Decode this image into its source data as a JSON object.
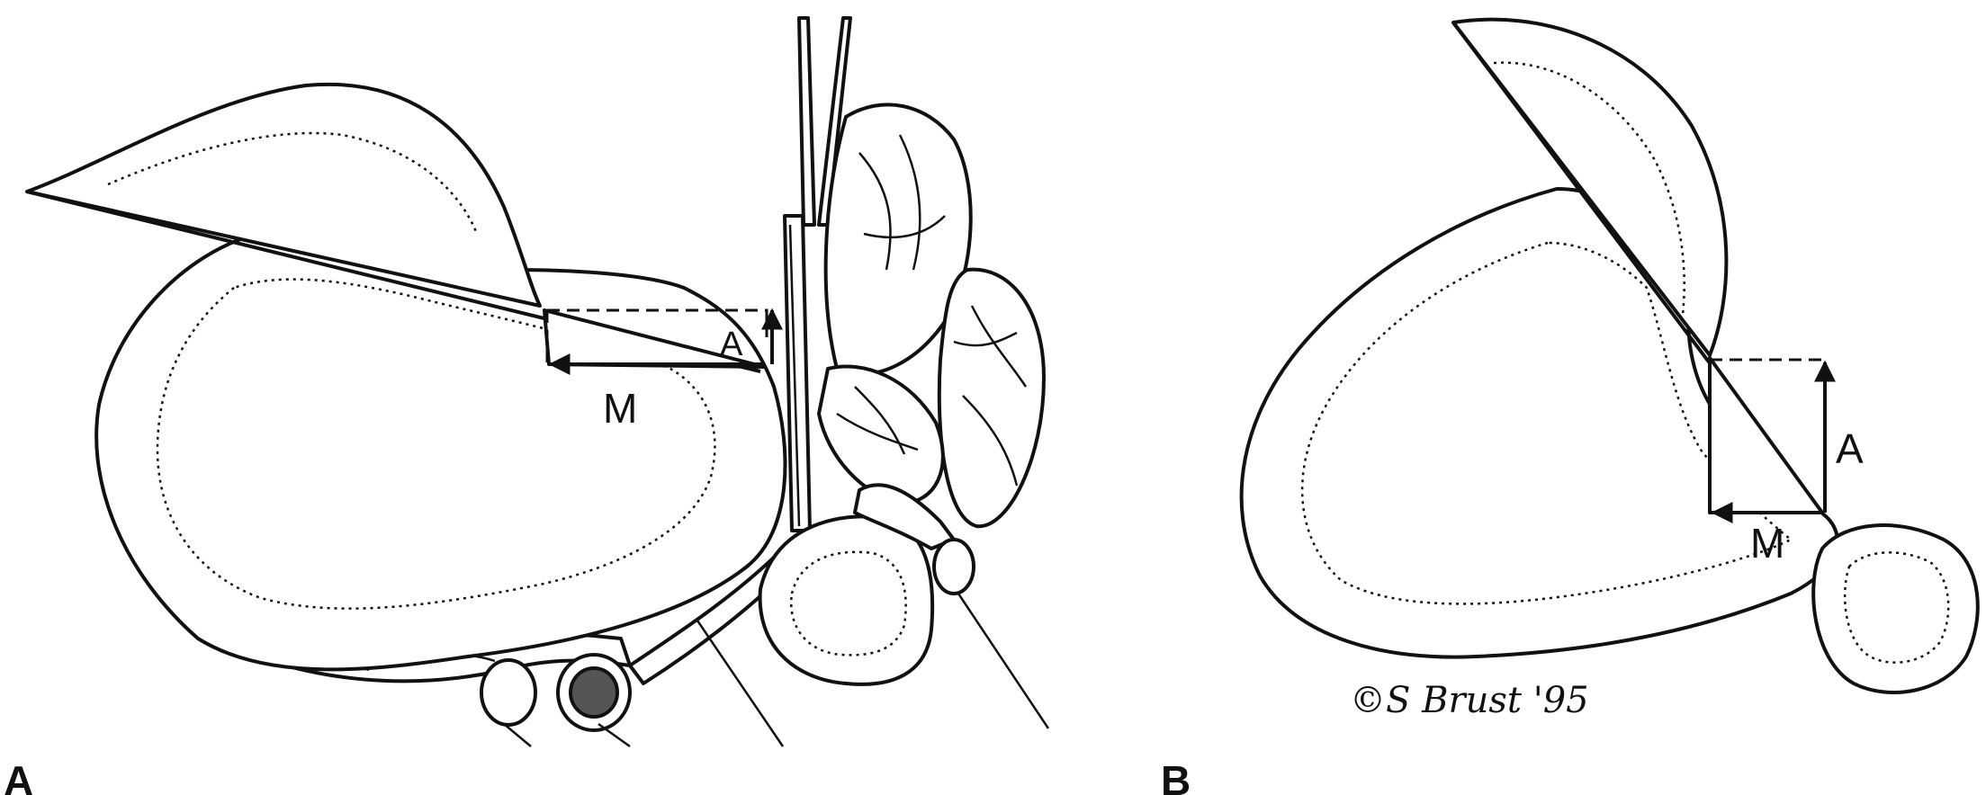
{
  "panels": [
    {
      "panel_label": "A",
      "vector_labels": {
        "anterior": "A",
        "medial": "M"
      }
    },
    {
      "panel_label": "B",
      "vector_labels": {
        "anterior": "A",
        "medial": "M"
      }
    }
  ],
  "signature": "©S Brust '95"
}
